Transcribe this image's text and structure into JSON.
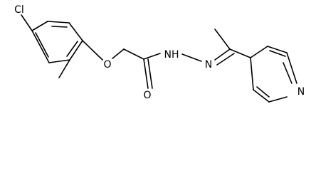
{
  "diagram": {
    "type": "chemical-structure",
    "atoms": {
      "chlorine": "Cl",
      "ether_oxygen": "O",
      "carbonyl_oxygen": "O",
      "hydrazide_nh": "NH",
      "imine_nitrogen": "N",
      "pyridine_nitrogen": "N"
    },
    "colors": {
      "bond": "#000000",
      "label": "#000000",
      "background": "#ffffff"
    }
  }
}
